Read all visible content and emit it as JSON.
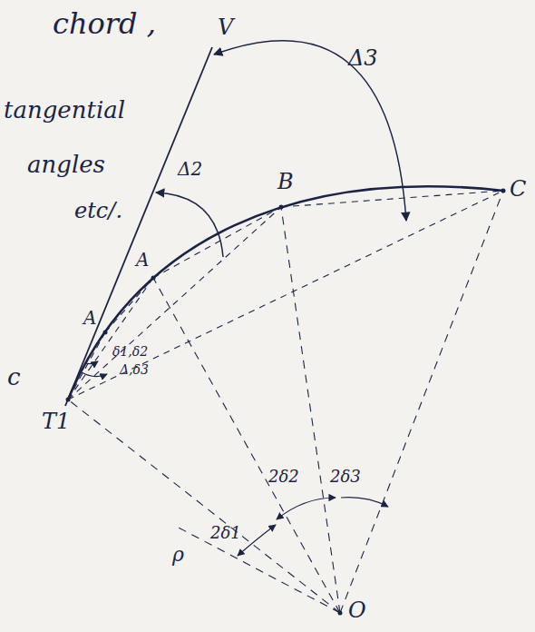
{
  "diagram": {
    "labels": [
      "chord ,",
      "tangential",
      "angles",
      "etc/.",
      "c",
      "V",
      "Δ3",
      "Δ2",
      "B",
      "C",
      "A",
      "A",
      "δ1,δ2",
      "Δ,δ3",
      "T1",
      "2δ1",
      "2δ2",
      "2δ3",
      "ρ",
      "O"
    ]
  }
}
